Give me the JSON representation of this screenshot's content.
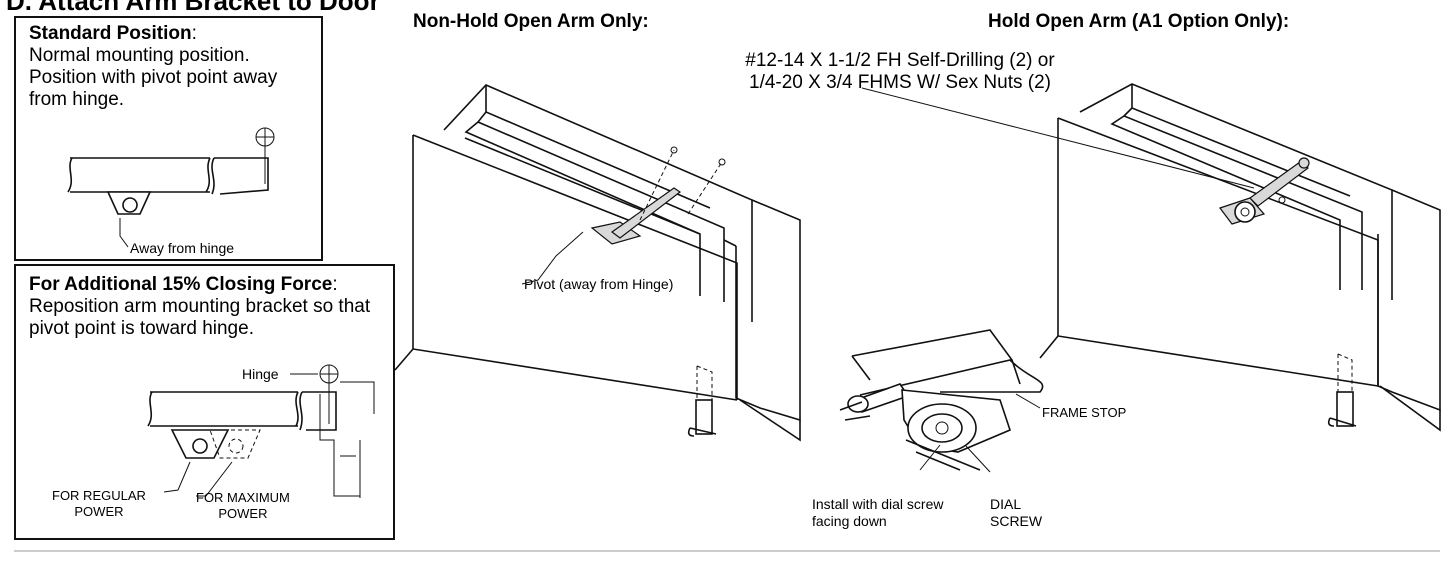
{
  "section_title": "D. Attach Arm Bracket to Door",
  "standard_box": {
    "heading": "Standard Position",
    "heading_suffix": ":",
    "description": "Normal mounting position. Position with pivot point away from hinge.",
    "callout": "Away from hinge"
  },
  "additional_box": {
    "heading": "For Additional 15% Closing Force",
    "heading_suffix": ":",
    "description": "Reposition arm mounting bracket so that pivot point is toward hinge.",
    "hinge_label": "Hinge",
    "regular_label_1": "FOR REGULAR",
    "regular_label_2": "POWER",
    "maximum_label_1": "FOR MAXIMUM",
    "maximum_label_2": "POWER"
  },
  "non_hold": {
    "heading": "Non-Hold Open Arm Only:",
    "pivot_label": "Pivot (away from Hinge)"
  },
  "hold_open": {
    "heading": "Hold Open Arm (A1 Option Only):"
  },
  "screws": {
    "line1": "#12-14 X 1-1/2 FH Self-Drilling (2) or",
    "line2": "1/4-20 X 3/4 FHMS W/ Sex Nuts (2)"
  },
  "detail": {
    "frame_stop": "FRAME STOP",
    "install_line1": "Install with dial screw",
    "install_line2": "facing down",
    "dial_line1": "DIAL",
    "dial_line2": "SCREW"
  },
  "icons": [
    "hinge-pin-icon",
    "door-closer-arm-icon",
    "dial-screw-icon"
  ]
}
